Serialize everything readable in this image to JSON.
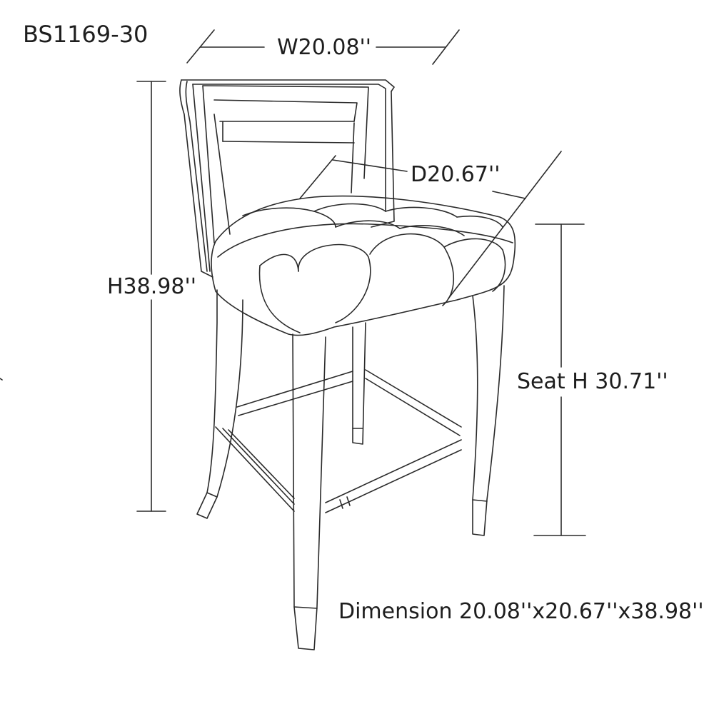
{
  "model": "BS1169-30",
  "dimensions": {
    "width": "W20.08''",
    "depth": "D20.67''",
    "height": "H38.98''",
    "seat_height": "Seat H 30.71''",
    "summary": "Dimension 20.08''x20.67''x38.98''"
  }
}
